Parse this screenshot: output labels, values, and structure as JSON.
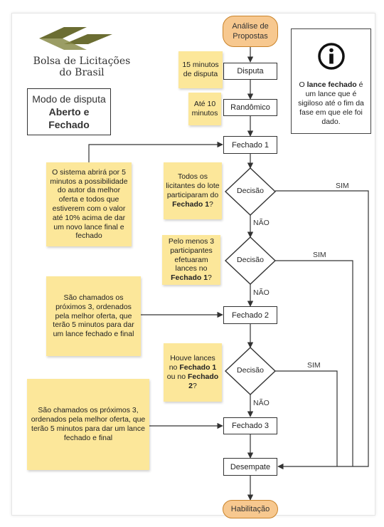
{
  "brand": {
    "name_line1": "Bolsa de Licitações",
    "name_line2": "do Brasil"
  },
  "mode": {
    "prefix": "Modo de disputa",
    "bold": "Aberto e Fechado"
  },
  "info": {
    "icon": "info-icon",
    "before": "O",
    "bold": "lance fechado",
    "after": "é um lance que é sigiloso até o fim da fase em que ele foi dado."
  },
  "nodes": {
    "analise": "Análise de Propostas",
    "disputa": "Disputa",
    "randomico": "Randômico",
    "fechado1": "Fechado 1",
    "decisao1": "Decisão",
    "decisao2": "Decisão",
    "fechado2": "Fechado 2",
    "decisao3": "Decisão",
    "fechado3": "Fechado 3",
    "desempate": "Desempate",
    "habilitacao": "Habilitação"
  },
  "notes": {
    "n15": "15 minutos de disputa",
    "ate10": "Até 10 minutos",
    "sistema": "O sistema abrirá por 5 minutos a possibilidade do autor da melhor oferta e todos que estiverem com o valor até 10% acima de dar um novo lance final e fechado",
    "todos": {
      "pre": "Todos os licitantes do lote participaram do",
      "bold": "Fechado 1",
      "post": "?"
    },
    "pelo": {
      "pre": "Pelo menos 3 participantes efetuaram lances no",
      "bold": "Fechado 1",
      "post": "?"
    },
    "chamados1": "São chamados os próximos 3, ordenados pela melhor oferta, que terão 5 minutos para dar um lance fechado e final",
    "houve": {
      "pre": "Houve lances no",
      "bold1": "Fechado 1",
      "mid": "ou no",
      "bold2": "Fechado 2",
      "post": "?"
    },
    "chamados2": "São chamados os próximos 3, ordenados pela melhor oferta, que terão 5 minutos para dar um lance fechado e final"
  },
  "labels": {
    "sim1": "SIM",
    "nao1": "NÃO",
    "sim2": "SIM",
    "nao2": "NÃO",
    "sim3": "SIM",
    "nao3": "NÃO"
  },
  "colors": {
    "note": "#fce79a",
    "terminal": "#f7c88f",
    "terminal_border": "#c9832a",
    "logo_green": "#6b6d32",
    "line": "#333333"
  }
}
